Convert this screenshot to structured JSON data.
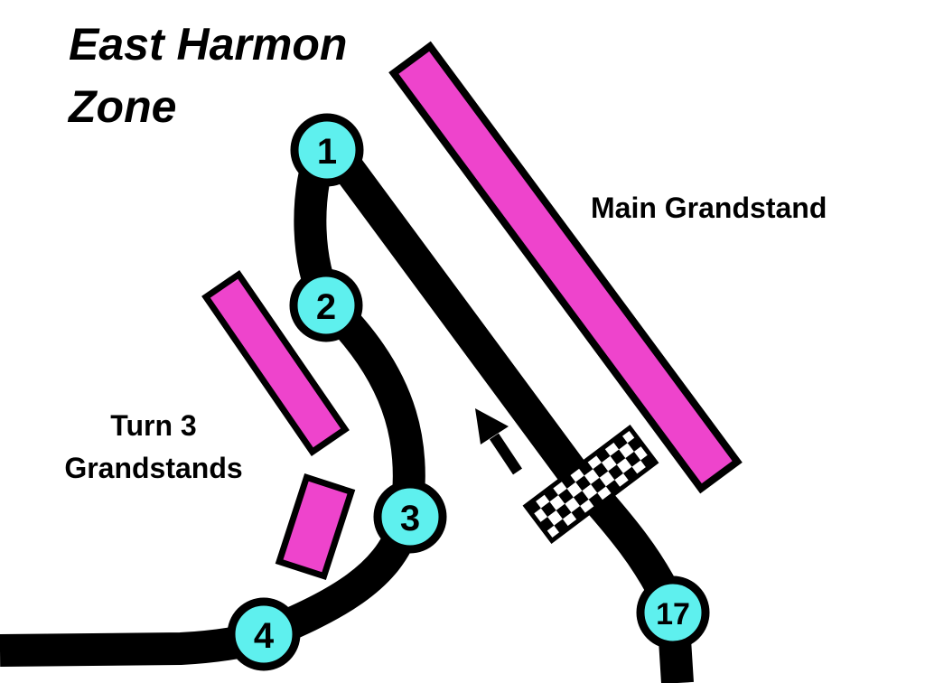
{
  "zone": {
    "title_line1": "East Harmon",
    "title_line2": "Zone"
  },
  "grandstands": {
    "main_label": "Main Grandstand",
    "turn3_label_line1": "Turn 3",
    "turn3_label_line2": "Grandstands"
  },
  "turns": [
    {
      "number": "1"
    },
    {
      "number": "2"
    },
    {
      "number": "3"
    },
    {
      "number": "4"
    },
    {
      "number": "17"
    }
  ],
  "colors": {
    "grandstand_fill": "#ee44cc",
    "turn_marker_fill": "#5ef0ee",
    "track": "#000000"
  },
  "icons": {
    "direction": "arrow-up-left-icon",
    "start_finish": "checkered-flag-icon"
  }
}
